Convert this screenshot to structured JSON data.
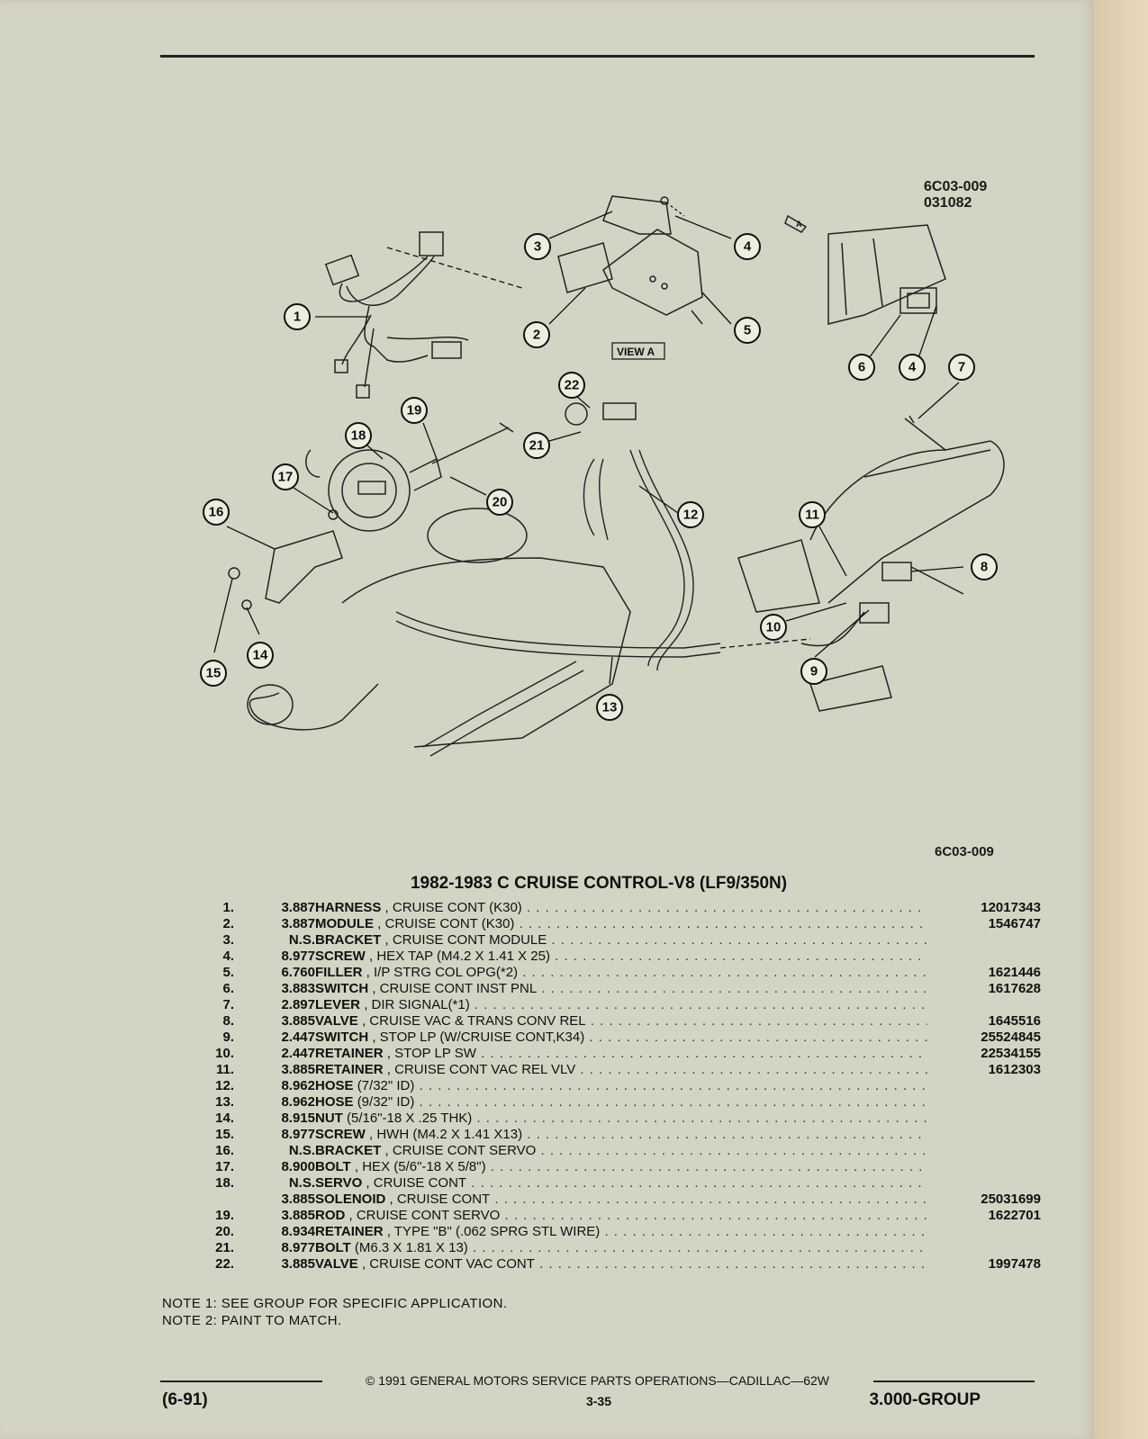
{
  "figure_codes": {
    "top_line1": "6C03-009",
    "top_line2": "031082",
    "bottom": "6C03-009",
    "view_label": "VIEW A",
    "view_arrow_label": "A"
  },
  "callouts": [
    "1",
    "2",
    "3",
    "4",
    "5",
    "6",
    "4",
    "7",
    "8",
    "9",
    "10",
    "11",
    "12",
    "13",
    "14",
    "15",
    "16",
    "17",
    "18",
    "19",
    "20",
    "21",
    "22"
  ],
  "title": "1982-1983 C CRUISE CONTROL-V8 (LF9/350N)",
  "parts": [
    {
      "num": "1.",
      "group": "3.887",
      "name": "HARNESS",
      "desc": ", CRUISE CONT (K30)",
      "part_no": "12017343"
    },
    {
      "num": "2.",
      "group": "3.887",
      "name": "MODULE",
      "desc": ", CRUISE CONT (K30)",
      "part_no": "1546747"
    },
    {
      "num": "3.",
      "group": "N.S.",
      "name": "BRACKET",
      "desc": ", CRUISE CONT MODULE",
      "part_no": ""
    },
    {
      "num": "4.",
      "group": "8.977",
      "name": "SCREW",
      "desc": ", HEX TAP (M4.2 X 1.41 X 25)",
      "part_no": ""
    },
    {
      "num": "5.",
      "group": "6.760",
      "name": "FILLER",
      "desc": ", I/P STRG COL OPG(*2)",
      "part_no": "1621446"
    },
    {
      "num": "6.",
      "group": "3.883",
      "name": "SWITCH",
      "desc": ", CRUISE CONT INST PNL",
      "part_no": "1617628"
    },
    {
      "num": "7.",
      "group": "2.897",
      "name": "LEVER",
      "desc": ", DIR SIGNAL(*1)",
      "part_no": ""
    },
    {
      "num": "8.",
      "group": "3.885",
      "name": "VALVE",
      "desc": ", CRUISE VAC & TRANS CONV REL",
      "part_no": "1645516"
    },
    {
      "num": "9.",
      "group": "2.447",
      "name": "SWITCH",
      "desc": ", STOP LP (W/CRUISE CONT,K34)",
      "part_no": "25524845"
    },
    {
      "num": "10.",
      "group": "2.447",
      "name": "RETAINER",
      "desc": ", STOP LP SW",
      "part_no": "22534155"
    },
    {
      "num": "11.",
      "group": "3.885",
      "name": "RETAINER",
      "desc": ", CRUISE CONT VAC REL VLV",
      "part_no": "1612303"
    },
    {
      "num": "12.",
      "group": "8.962",
      "name": "HOSE",
      "desc": "(7/32\" ID)",
      "part_no": ""
    },
    {
      "num": "13.",
      "group": "8.962",
      "name": "HOSE",
      "desc": "(9/32\" ID)",
      "part_no": ""
    },
    {
      "num": "14.",
      "group": "8.915",
      "name": "NUT",
      "desc": "(5/16\"-18 X .25 THK)",
      "part_no": ""
    },
    {
      "num": "15.",
      "group": "8.977",
      "name": "SCREW",
      "desc": ", HWH (M4.2 X 1.41 X13)",
      "part_no": ""
    },
    {
      "num": "16.",
      "group": "N.S.",
      "name": "BRACKET",
      "desc": ", CRUISE CONT SERVO",
      "part_no": ""
    },
    {
      "num": "17.",
      "group": "8.900",
      "name": "BOLT",
      "desc": ", HEX (5/6\"-18 X 5/8\")",
      "part_no": ""
    },
    {
      "num": "18.",
      "group": "N.S.",
      "name": "SERVO",
      "desc": ", CRUISE CONT",
      "part_no": ""
    },
    {
      "num": "",
      "group": "3.885",
      "name": "SOLENOID",
      "desc": ", CRUISE CONT",
      "part_no": "25031699"
    },
    {
      "num": "19.",
      "group": "3.885",
      "name": "ROD",
      "desc": ", CRUISE CONT SERVO",
      "part_no": "1622701"
    },
    {
      "num": "20.",
      "group": "8.934",
      "name": "RETAINER",
      "desc": ", TYPE \"B\" (.062 SPRG STL WIRE)",
      "part_no": ""
    },
    {
      "num": "21.",
      "group": "8.977",
      "name": "BOLT",
      "desc": "(M6.3 X 1.81 X 13)",
      "part_no": ""
    },
    {
      "num": "22.",
      "group": "3.885",
      "name": "VALVE",
      "desc": ", CRUISE CONT VAC CONT",
      "part_no": "1997478"
    }
  ],
  "notes": [
    "NOTE  1:  SEE GROUP FOR SPECIFIC APPLICATION.",
    "NOTE  2:  PAINT TO MATCH."
  ],
  "footer": {
    "copyright": "© 1991 GENERAL MOTORS SERVICE PARTS OPERATIONS—CADILLAC—62W",
    "left": "(6-91)",
    "page": "3-35",
    "right": "3.000-GROUP"
  }
}
